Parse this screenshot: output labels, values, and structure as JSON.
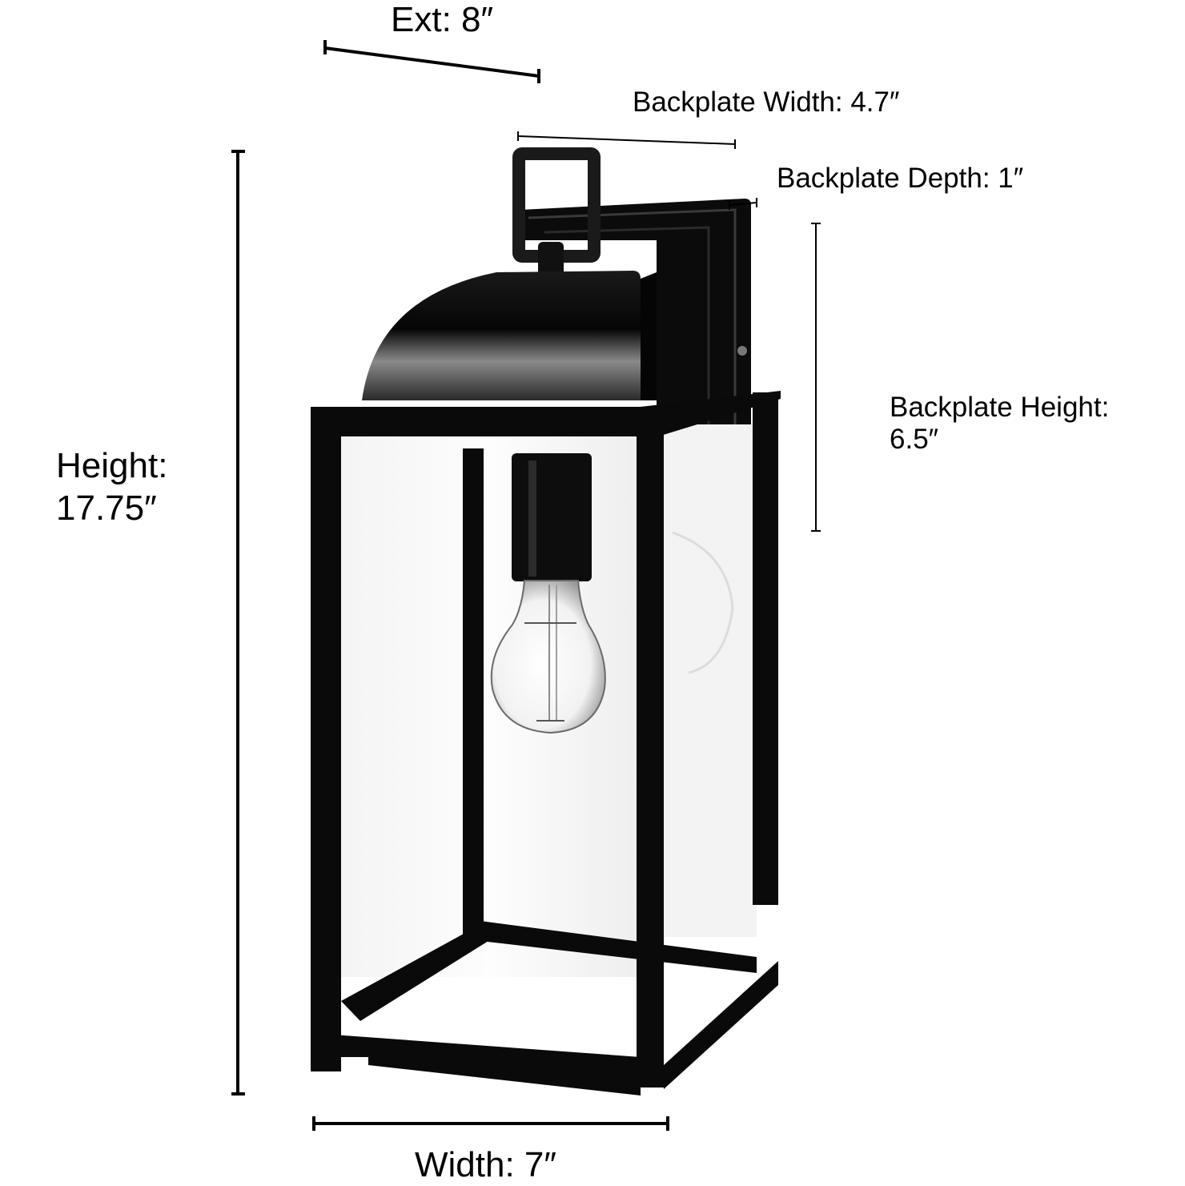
{
  "diagram": {
    "subject": "Outdoor wall lantern with clear glass panels and exposed A19 filament bulb",
    "finish_color": "#0a0a0a",
    "background_color": "#ffffff",
    "dimensions": {
      "extension": {
        "label": "Ext: 8″",
        "value": 8,
        "unit": "in"
      },
      "backplate_width": {
        "label": "Backplate Width: 4.7″",
        "value": 4.7,
        "unit": "in"
      },
      "backplate_depth": {
        "label": "Backplate Depth: 1″",
        "value": 1,
        "unit": "in"
      },
      "backplate_height": {
        "label_line1": "Backplate Height:",
        "label_line2": "6.5″",
        "value": 6.5,
        "unit": "in"
      },
      "height": {
        "label_line1": "Height:",
        "label_line2": "17.75″",
        "value": 17.75,
        "unit": "in"
      },
      "width": {
        "label": "Width: 7″",
        "value": 7,
        "unit": "in"
      }
    }
  }
}
